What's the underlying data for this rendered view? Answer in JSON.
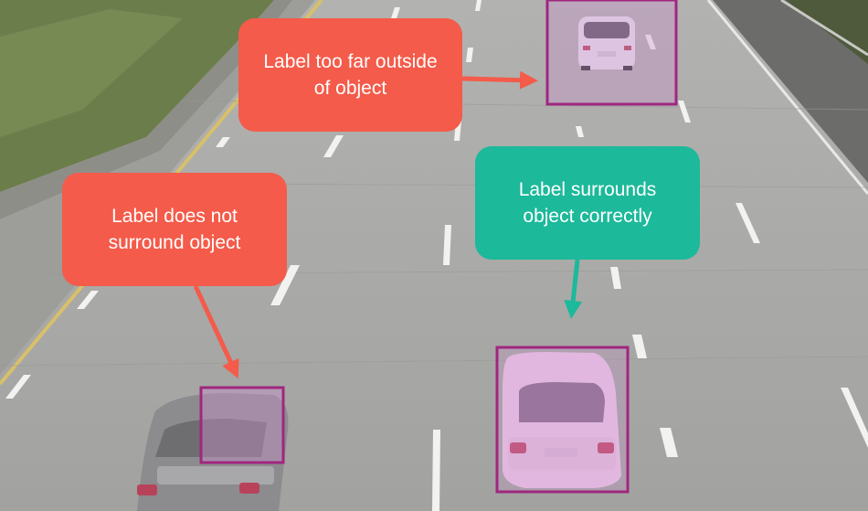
{
  "callouts": {
    "top": {
      "lines": [
        "Label too far outside",
        "of object"
      ],
      "status": "incorrect"
    },
    "left": {
      "lines": [
        "Label does not",
        "surround object"
      ],
      "status": "incorrect"
    },
    "right": {
      "lines": [
        "Label surrounds",
        "object correctly"
      ],
      "status": "correct"
    }
  },
  "colors": {
    "incorrect": "#f45b4a",
    "correct": "#1cb99a",
    "bounding_box": "#a0277f",
    "box_tint": "#ca8fd0"
  }
}
